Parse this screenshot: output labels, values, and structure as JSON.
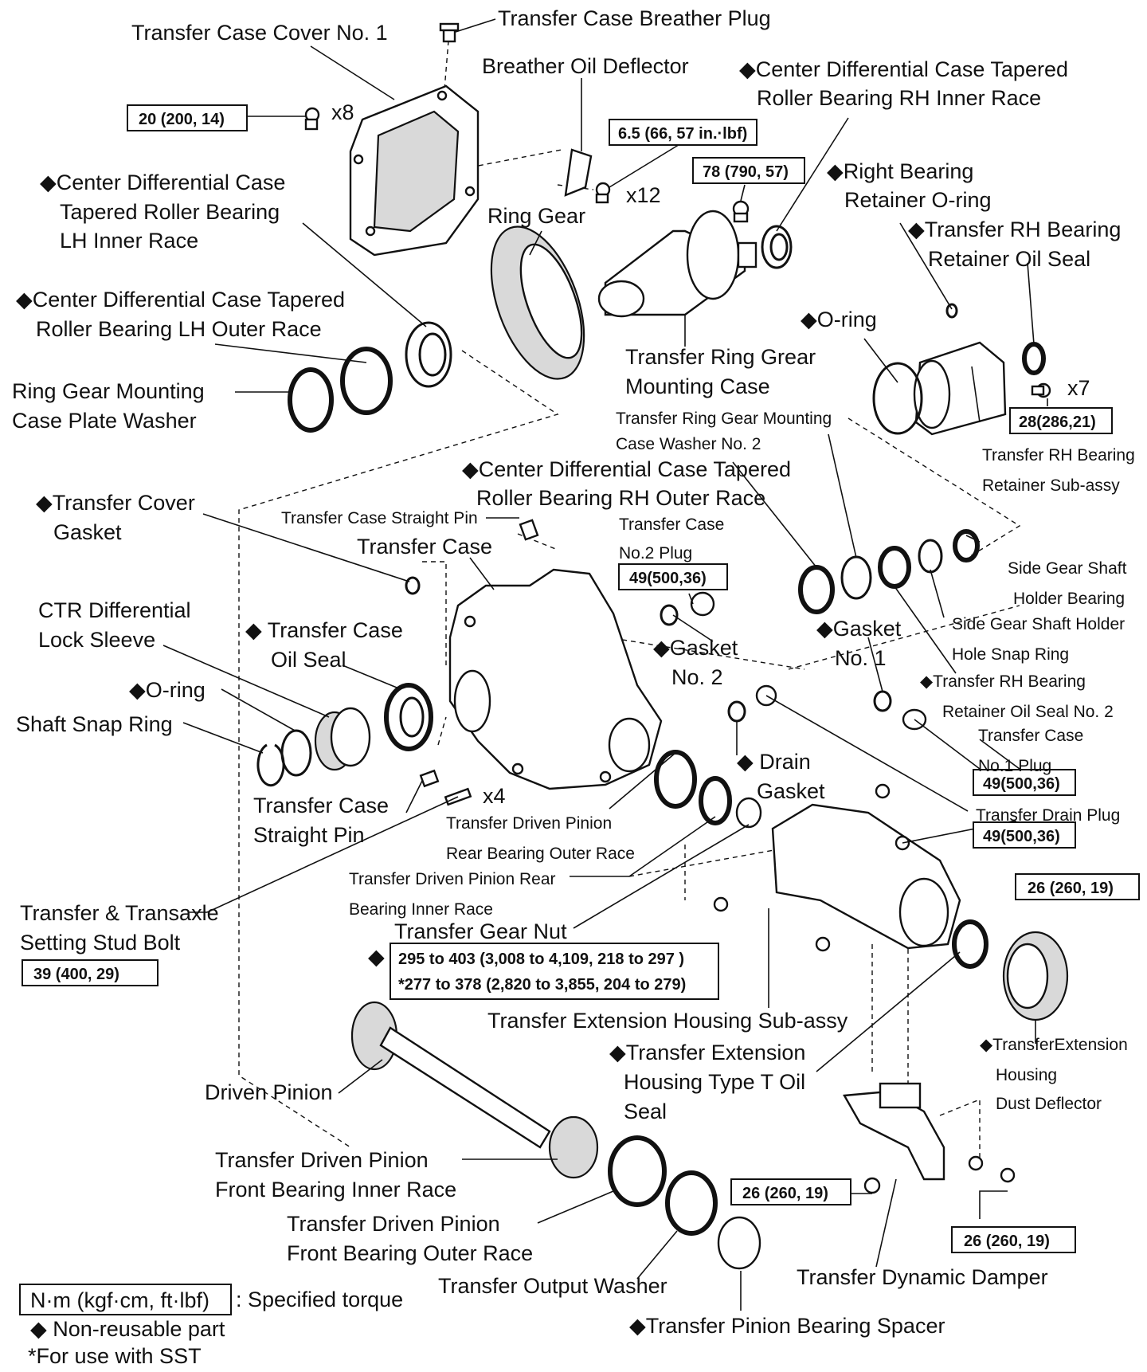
{
  "diagram": {
    "labels": [
      {
        "id": "transfer-case-breather-plug",
        "lines": [
          "Transfer Case Breather Plug"
        ]
      },
      {
        "id": "transfer-case-cover-no-1",
        "lines": [
          "Transfer Case Cover No. 1"
        ]
      },
      {
        "id": "breather-oil-deflector",
        "lines": [
          "Breather Oil Deflector"
        ]
      },
      {
        "id": "cd-rh-inner-race",
        "lines": [
          "◆Center Differential Case Tapered",
          "Roller Bearing RH Inner Race"
        ]
      },
      {
        "id": "cd-lh-inner-race",
        "lines": [
          "◆Center Differential Case",
          "Tapered Roller Bearing",
          "LH Inner Race"
        ]
      },
      {
        "id": "ring-gear",
        "lines": [
          "Ring Gear"
        ]
      },
      {
        "id": "right-bearing-retainer-o-ring",
        "lines": [
          "◆Right Bearing",
          "Retainer O-ring"
        ]
      },
      {
        "id": "transfer-rh-bearing-retainer-oil-seal",
        "lines": [
          "◆Transfer RH Bearing",
          "Retainer Oil Seal"
        ]
      },
      {
        "id": "cd-lh-outer-race",
        "lines": [
          "◆Center Differential Case Tapered",
          "Roller Bearing LH Outer Race"
        ]
      },
      {
        "id": "o-ring-upper",
        "lines": [
          "◆O-ring"
        ]
      },
      {
        "id": "ring-gear-mounting-case-plate-washer",
        "lines": [
          "Ring Gear Mounting",
          "Case Plate Washer"
        ]
      },
      {
        "id": "transfer-ring-gear-mounting-case",
        "lines": [
          "Transfer Ring Grear",
          "Mounting Case"
        ]
      },
      {
        "id": "transfer-ring-gear-mounting-case-washer-no-2",
        "lines": [
          "Transfer Ring Gear Mounting",
          "Case Washer No. 2"
        ]
      },
      {
        "id": "transfer-rh-bearing-retainer-sub-assy",
        "lines": [
          "Transfer RH Bearing",
          "Retainer Sub-assy"
        ]
      },
      {
        "id": "cd-rh-outer-race",
        "lines": [
          "◆Center Differential Case Tapered",
          "Roller Bearing RH Outer Race"
        ]
      },
      {
        "id": "transfer-cover-gasket",
        "lines": [
          "◆Transfer Cover",
          "Gasket"
        ]
      },
      {
        "id": "transfer-case-straight-pin-upper",
        "lines": [
          "Transfer Case Straight Pin"
        ]
      },
      {
        "id": "transfer-case",
        "lines": [
          "Transfer Case"
        ]
      },
      {
        "id": "transfer-case-no-2-plug",
        "lines": [
          "Transfer   Case",
          "No.2 Plug"
        ]
      },
      {
        "id": "side-gear-shaft-holder-bearing",
        "lines": [
          "Side Gear Shaft",
          "Holder Bearing"
        ]
      },
      {
        "id": "ctr-differential-lock-sleeve",
        "lines": [
          "CTR Differential",
          "Lock Sleeve"
        ]
      },
      {
        "id": "transfer-case-oil-seal",
        "lines": [
          "◆ Transfer  Case",
          "Oil Seal"
        ]
      },
      {
        "id": "gasket-no-1",
        "lines": [
          "◆Gasket",
          "No. 1"
        ]
      },
      {
        "id": "side-gear-shaft-holder-hole-snap-ring",
        "lines": [
          "Side Gear Shaft Holder",
          "Hole Snap Ring"
        ]
      },
      {
        "id": "gasket-no-2",
        "lines": [
          "◆Gasket",
          "No. 2"
        ]
      },
      {
        "id": "o-ring-lower",
        "lines": [
          "◆O-ring"
        ]
      },
      {
        "id": "transfer-rh-bearing-retainer-oil-seal-no-2",
        "lines": [
          "◆Transfer  RH  Bearing",
          "Retainer Oil Seal No. 2"
        ]
      },
      {
        "id": "shaft-snap-ring",
        "lines": [
          "Shaft Snap Ring"
        ]
      },
      {
        "id": "transfer-case-no-1-plug",
        "lines": [
          "Transfer Case",
          "No.1 Plug"
        ]
      },
      {
        "id": "drain-gasket",
        "lines": [
          "◆ Drain",
          "Gasket"
        ]
      },
      {
        "id": "transfer-case-straight-pin-lower",
        "lines": [
          "Transfer  Case",
          "Straight Pin"
        ]
      },
      {
        "id": "transfer-driven-pinion-rear-bearing-outer-race",
        "lines": [
          "Transfer Driven Pinion",
          "Rear Bearing Outer Race"
        ]
      },
      {
        "id": "transfer-drain-plug",
        "lines": [
          "Transfer Drain Plug"
        ]
      },
      {
        "id": "transfer-driven-pinion-rear-bearing-inner-race",
        "lines": [
          "Transfer Driven Pinion Rear",
          "Bearing Inner Race"
        ]
      },
      {
        "id": "transfer-transaxle-setting-stud-bolt",
        "lines": [
          "Transfer & Transaxle",
          "Setting Stud Bolt"
        ]
      },
      {
        "id": "transfer-gear-nut",
        "lines": [
          "Transfer Gear Nut"
        ]
      },
      {
        "id": "transfer-extension-housing-sub-assy",
        "lines": [
          "Transfer Extension Housing Sub-assy"
        ]
      },
      {
        "id": "transfer-extension-housing-dust-deflector",
        "lines": [
          "◆TransferExtension",
          "Housing",
          "Dust Deflector"
        ]
      },
      {
        "id": "transfer-extension-housing-type-t-oil-seal",
        "lines": [
          "◆Transfer  Extension",
          "Housing Type T Oil",
          "Seal"
        ]
      },
      {
        "id": "driven-pinion",
        "lines": [
          "Driven Pinion"
        ]
      },
      {
        "id": "transfer-driven-pinion-front-bearing-inner-race",
        "lines": [
          "Transfer  Driven  Pinion",
          "Front Bearing Inner Race"
        ]
      },
      {
        "id": "transfer-driven-pinion-front-bearing-outer-race",
        "lines": [
          "Transfer  Driven  Pinion",
          "Front Bearing Outer Race"
        ]
      },
      {
        "id": "transfer-output-washer",
        "lines": [
          "Transfer Output Washer"
        ]
      },
      {
        "id": "transfer-dynamic-damper",
        "lines": [
          "Transfer Dynamic Damper"
        ]
      },
      {
        "id": "transfer-pinion-bearing-spacer",
        "lines": [
          "◆Transfer Pinion Bearing Spacer"
        ]
      }
    ],
    "torque_specs": [
      {
        "id": "tq-cover",
        "text": "20 (200, 14)"
      },
      {
        "id": "tq-deflector",
        "text": "6.5 (66, 57 in.·lbf)"
      },
      {
        "id": "tq-ring-gear",
        "text": "78 (790, 57)"
      },
      {
        "id": "tq-retainer",
        "text": "28(286,21)"
      },
      {
        "id": "tq-no2-plug",
        "text": "49(500,36)"
      },
      {
        "id": "tq-no1-plug",
        "text": "49(500,36)"
      },
      {
        "id": "tq-drain-plug",
        "text": "49(500,36)"
      },
      {
        "id": "tq-ext-housing",
        "text": "26 (260, 19)"
      },
      {
        "id": "tq-stud-bolt",
        "text": "39 (400, 29)"
      },
      {
        "id": "tq-gear-nut",
        "text": "295 to 403 (3,008 to 4,109, 218 to 297 )",
        "text2": "*277 to 378 (2,820 to 3,855, 204 to 279)"
      },
      {
        "id": "tq-damper-left",
        "text": "26 (260, 19)"
      },
      {
        "id": "tq-damper-right",
        "text": "26 (260, 19)"
      }
    ],
    "multipliers": [
      {
        "id": "mult-cover",
        "text": "x8"
      },
      {
        "id": "mult-deflector",
        "text": "x12"
      },
      {
        "id": "mult-retainer",
        "text": "x7"
      },
      {
        "id": "mult-stud",
        "text": "x4"
      }
    ],
    "gear_nut_marker": "◆"
  },
  "legend": {
    "unit_box": "N·m (kgf·cm, ft·lbf)",
    "unit_desc": ": Specified torque",
    "non_reusable": "◆ Non-reusable part",
    "sst_note": "*For use with SST"
  }
}
